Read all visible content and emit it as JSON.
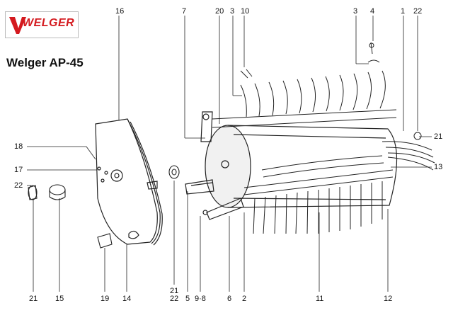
{
  "brand": {
    "name": "WELGER",
    "accent_color": "#d41a1f"
  },
  "title": "Welger AP-45",
  "part_numbers": [
    {
      "id": "top-16",
      "text": "16"
    },
    {
      "id": "top-7",
      "text": "7"
    },
    {
      "id": "top-20",
      "text": "20"
    },
    {
      "id": "top-3a",
      "text": "3"
    },
    {
      "id": "top-10",
      "text": "10"
    },
    {
      "id": "top-3b",
      "text": "3"
    },
    {
      "id": "top-4",
      "text": "4"
    },
    {
      "id": "top-1",
      "text": "1"
    },
    {
      "id": "top-22",
      "text": "22"
    },
    {
      "id": "right-21",
      "text": "21"
    },
    {
      "id": "right-13",
      "text": "13"
    },
    {
      "id": "left-18",
      "text": "18"
    },
    {
      "id": "left-17",
      "text": "17"
    },
    {
      "id": "left-22",
      "text": "22"
    },
    {
      "id": "bot-21a",
      "text": "21"
    },
    {
      "id": "bot-15",
      "text": "15"
    },
    {
      "id": "bot-19",
      "text": "19"
    },
    {
      "id": "bot-14",
      "text": "14"
    },
    {
      "id": "bot-21b",
      "text": "21"
    },
    {
      "id": "bot-22",
      "text": "22"
    },
    {
      "id": "bot-5",
      "text": "5"
    },
    {
      "id": "bot-98",
      "text": "9·8"
    },
    {
      "id": "bot-6",
      "text": "6"
    },
    {
      "id": "bot-2",
      "text": "2"
    },
    {
      "id": "bot-11",
      "text": "11"
    },
    {
      "id": "bot-12",
      "text": "12"
    }
  ]
}
